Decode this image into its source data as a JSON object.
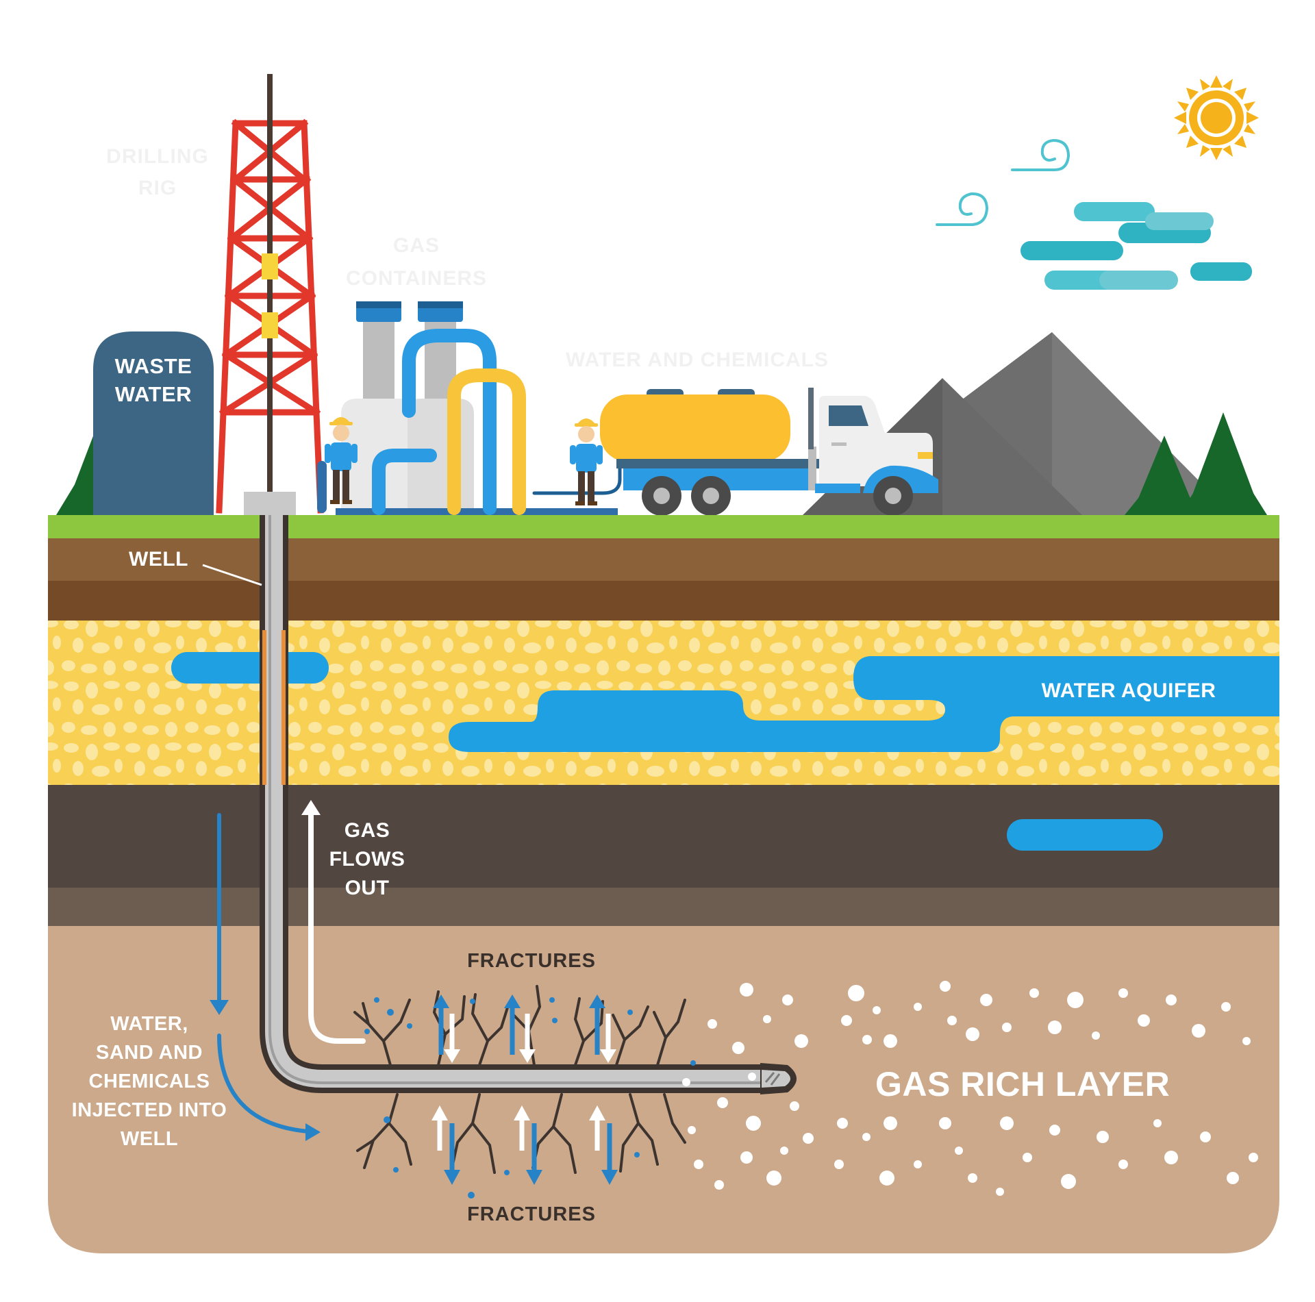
{
  "labels": {
    "drilling_rig": [
      "DRILLING",
      "RIG"
    ],
    "gas_containers": [
      "GAS",
      "CONTAINERS"
    ],
    "water_and_chemicals": "WATER AND CHEMICALS",
    "waste_water": [
      "WASTE",
      "WATER"
    ],
    "well": "WELL",
    "water_aquifer": "WATER AQUIFER",
    "gas_flows_out": [
      "GAS",
      "FLOWS",
      "OUT"
    ],
    "fractures_top": "FRACTURES",
    "fractures_bottom": "FRACTURES",
    "gas_rich_layer": "GAS RICH LAYER",
    "injection": [
      "WATER,",
      "SAND AND",
      "CHEMICALS",
      "INJECTED INTO",
      "WELL"
    ]
  },
  "colors": {
    "grass": "#8dc63f",
    "topsoil": "#8a6138",
    "subsoil": "#744b26",
    "aquifer_rock": "#f8d054",
    "water": "#1ea0e2",
    "shale": "#524641",
    "shale_lower": "#6d5d50",
    "gas_layer": "#cba98a",
    "derrick": "#e2372b",
    "truck_tank": "#fbbf2f",
    "mountain": "#7d7d7d",
    "tree": "#17672b",
    "sun": "#f5b21b",
    "cloud": "#2fb2c2"
  }
}
